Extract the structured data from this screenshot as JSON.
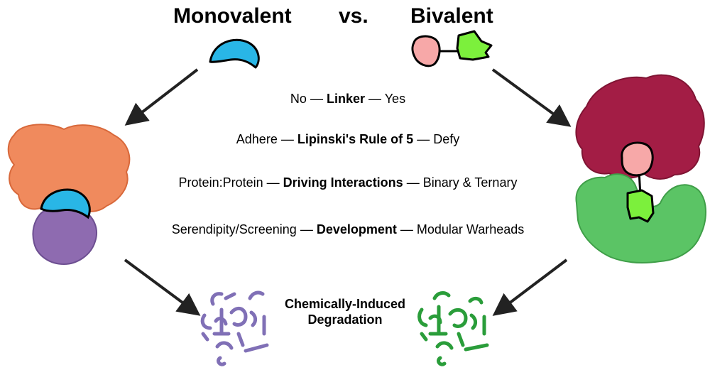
{
  "titles": {
    "monovalent": "Monovalent",
    "vs": "vs.",
    "bivalent": "Bivalent"
  },
  "comparisons": [
    {
      "left": "No",
      "topic": "Linker",
      "right": "Yes"
    },
    {
      "left": "Adhere",
      "topic": "Lipinski's Rule of 5",
      "right": "Defy"
    },
    {
      "left": "Protein:Protein",
      "topic": "Driving Interactions",
      "right": "Binary & Ternary"
    },
    {
      "left": "Serendipity/Screening",
      "topic": "Development",
      "right": "Modular Warheads"
    }
  ],
  "separator": "—",
  "outcome": {
    "line1": "Chemically-Induced",
    "line2": "Degradation"
  },
  "colors": {
    "monovalent_glue": "#29b6e6",
    "bivalent_left_warhead": "#f7a8a8",
    "bivalent_right_warhead": "#7cf03c",
    "target_protein_left": "#f08a5d",
    "e3_ligase_left": "#8e6bb0",
    "target_protein_right": "#a31d45",
    "e3_ligase_right": "#5bc465",
    "fragments_left": "#8070b6",
    "fragments_right": "#2a9d3a",
    "arrow": "#222222"
  }
}
